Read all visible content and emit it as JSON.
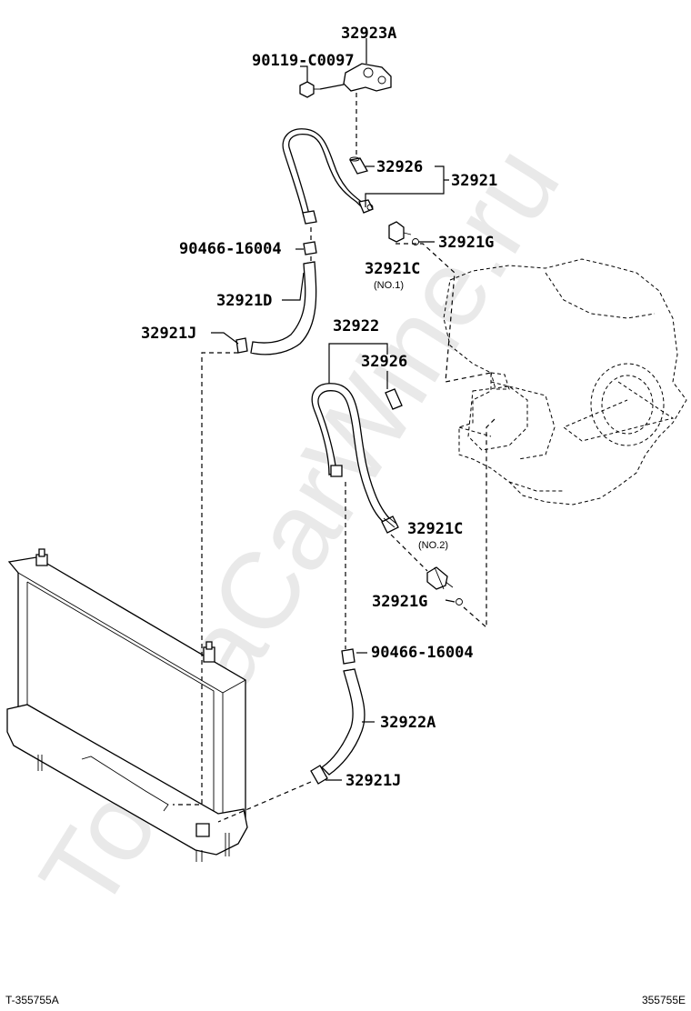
{
  "watermark": "ToyotaCarWine.ru",
  "labels": {
    "clamp_top": "32923A",
    "bolt": "90119-C0097",
    "sleeve_upper": "32926",
    "hose_assy_upper": "32921",
    "clip_upper": "90466-16004",
    "union_no1": "32921C",
    "union_no1_note": "(NO.1)",
    "gasket_upper": "32921G",
    "hose_upper": "32921D",
    "clamp_upper": "32921J",
    "hose_assy_lower": "32922",
    "sleeve_lower": "32926",
    "union_no2": "32921C",
    "union_no2_note": "(NO.2)",
    "gasket_lower": "32921G",
    "clip_lower": "90466-16004",
    "hose_lower": "32922A",
    "clamp_lower": "32921J"
  },
  "footer": {
    "left_code": "T-355755A",
    "right_code": "355755E"
  }
}
